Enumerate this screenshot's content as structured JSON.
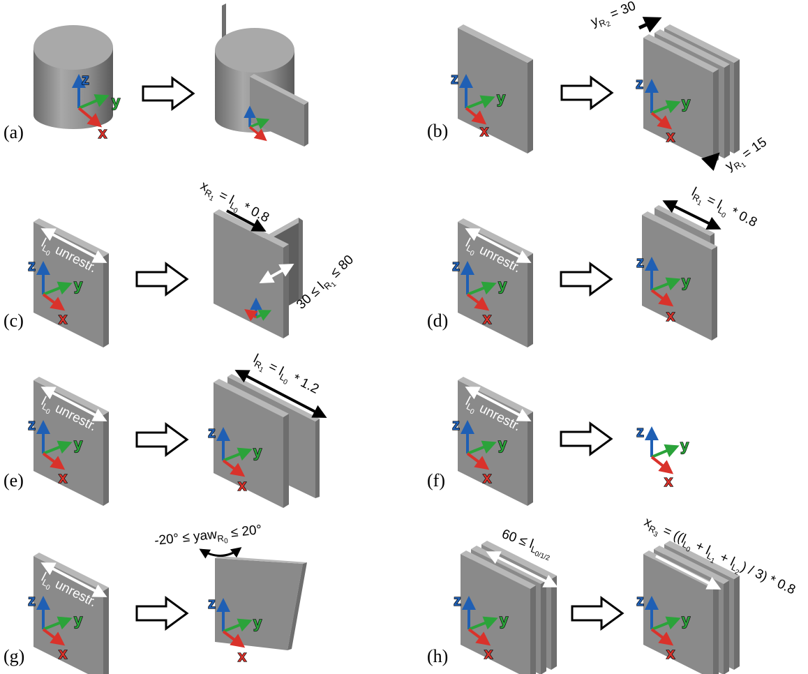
{
  "colors": {
    "panel_face": "#8a8a8a",
    "panel_side": "#6e6e6e",
    "panel_top": "#b8b8b8",
    "axis_x": "#d9322b",
    "axis_y": "#2ba33a",
    "axis_z": "#1f5fb4"
  },
  "axis_labels": {
    "x": "x",
    "y": "y",
    "z": "z"
  },
  "panels": {
    "a": {
      "label": "(a)"
    },
    "b": {
      "label": "(b)",
      "ann_r2": {
        "main": "y",
        "sub": "R",
        "subsub": "2",
        "tail": " = 30"
      },
      "ann_r1": {
        "main": "y",
        "sub": "R",
        "subsub": "1",
        "tail": " = 15"
      }
    },
    "c": {
      "label": "(c)",
      "left": {
        "main": "l",
        "sub": "L",
        "subsub": "0",
        "tail": " unrestr."
      },
      "ann_x": {
        "main": "x",
        "sub": "R",
        "subsub": "1",
        "mid": " = l",
        "sub2": "L",
        "subsub2": "0",
        "tail": " * 0.8"
      },
      "ann_range": {
        "head": "30 ≤  l",
        "sub": "R",
        "subsub": "1",
        "tail": " ≤ 80"
      }
    },
    "d": {
      "label": "(d)",
      "left": {
        "main": "l",
        "sub": "L",
        "subsub": "0",
        "tail": " unrestr."
      },
      "ann": {
        "main": "l",
        "sub": "R",
        "subsub": "1",
        "mid": " = l",
        "sub2": "L",
        "subsub2": "0",
        "tail": " * 0.8"
      }
    },
    "e": {
      "label": "(e)",
      "left": {
        "main": "l",
        "sub": "L",
        "subsub": "0",
        "tail": " unrestr."
      },
      "ann": {
        "main": "l",
        "sub": "R",
        "subsub": "1",
        "mid": " = l",
        "sub2": "L",
        "subsub2": "0",
        "tail": " * 1.2"
      }
    },
    "f": {
      "label": "(f)",
      "left": {
        "main": "l",
        "sub": "L",
        "subsub": "0",
        "tail": " unrestr."
      }
    },
    "g": {
      "label": "(g)",
      "left": {
        "main": "l",
        "sub": "L",
        "subsub": "0",
        "tail": " unrestr."
      },
      "ann": {
        "head": "-20° ≤  yaw",
        "sub": "R",
        "subsub": "0",
        "tail": " ≤ 20°"
      }
    },
    "h": {
      "label": "(h)",
      "left": {
        "head": "60 ≤  l",
        "sub": "L",
        "subsub": "0/1/2"
      },
      "ann": {
        "main": "x",
        "sub": "R",
        "subsub": "3",
        "mid": " = ((l",
        "sub2": "L",
        "subsub2": "0",
        "mid2": " + l",
        "sub3": "L",
        "subsub3": "1",
        "mid3": " + l",
        "sub4": "L",
        "subsub4": "2",
        "tail": ") / 3) * 0.8"
      }
    }
  }
}
